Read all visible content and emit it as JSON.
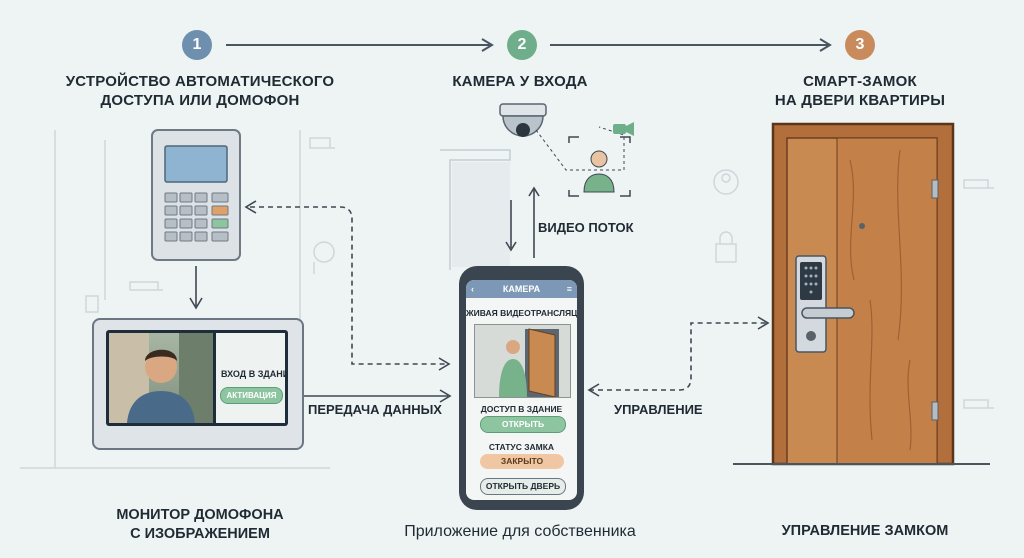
{
  "steps": [
    {
      "number": "1",
      "title": "УСТРОЙСТВО АВТОМАТИЧЕСКОГО\nДОСТУПА ИЛИ ДОМОФОН",
      "color": "#6f8fae"
    },
    {
      "number": "2",
      "title": "КАМЕРА У ВХОДА",
      "color": "#6fae8a"
    },
    {
      "number": "3",
      "title": "СМАРТ-ЗАМОК\nНА ДВЕРИ КВАРТИРЫ",
      "color": "#c98b5c"
    }
  ],
  "flows": {
    "video_stream": "ВИДЕО ПОТОК",
    "data_transfer": "ПЕРЕДАЧА ДАННЫХ",
    "control": "УПРАВЛЕНИЕ"
  },
  "monitor": {
    "label": "ВХОД В ЗДАНИЕ",
    "button": "АКТИВАЦИЯ"
  },
  "phone": {
    "header": "КАМЕРА",
    "live": "ЖИВАЯ ВИДЕОТРАНСЛЯЦИЯ",
    "access": "ДОСТУП В ЗДАНИЕ",
    "open": "ОТКРЫТЬ",
    "lock_status": "СТАТУС ЗАМКА",
    "closed": "ЗАКРЫТО",
    "open_door": "ОТКРЫТЬ ДВЕРЬ"
  },
  "captions": {
    "monitor": "МОНИТОР ДОМОФОНА\nС ИЗОБРАЖЕНИЕМ",
    "app": "Приложение для собственника",
    "lock": "УПРАВЛЕНИЕ ЗАМКОМ"
  }
}
